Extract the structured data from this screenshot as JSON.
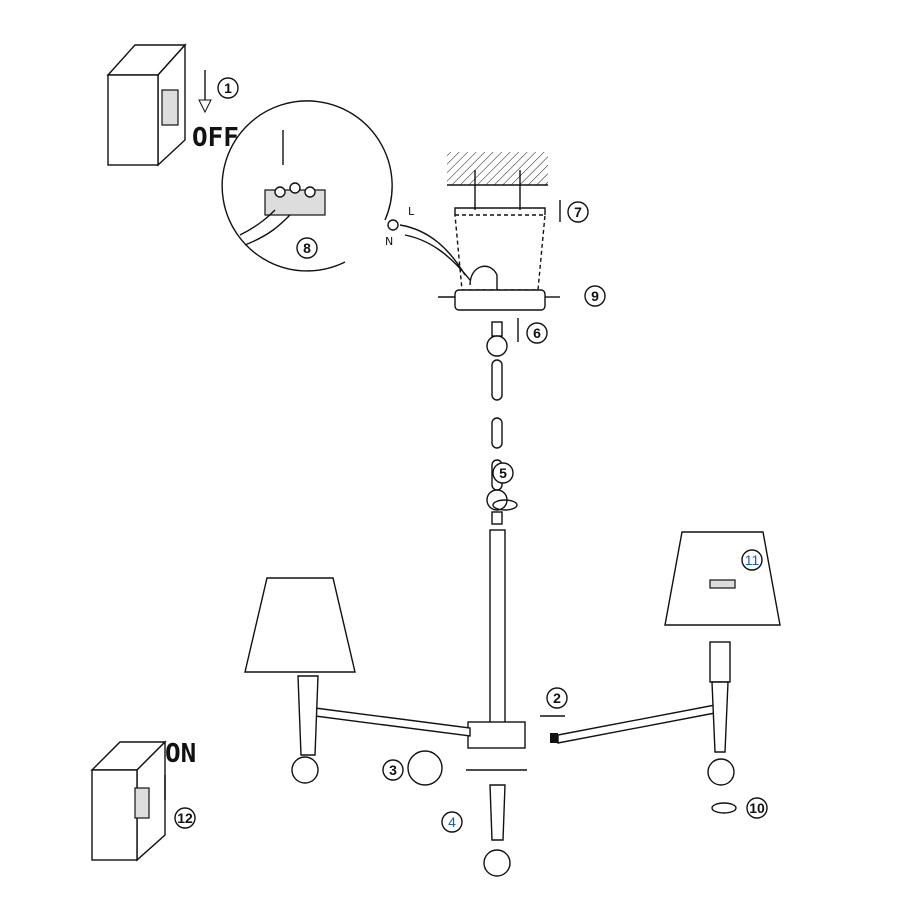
{
  "switch_off": {
    "label": "OFF",
    "step": "1"
  },
  "switch_on": {
    "label": "ON",
    "step": "12"
  },
  "wiring": {
    "live_label": "L",
    "neutral_label": "N",
    "step": "8"
  },
  "steps": {
    "mount_bracket": "7",
    "canopy_screws": "9",
    "chain_to_canopy": "6",
    "chain_to_rod": "5",
    "insert_arm": "2",
    "connect_wires": "3",
    "bottom_holder": "4",
    "bulb": "10",
    "shade": "11"
  }
}
